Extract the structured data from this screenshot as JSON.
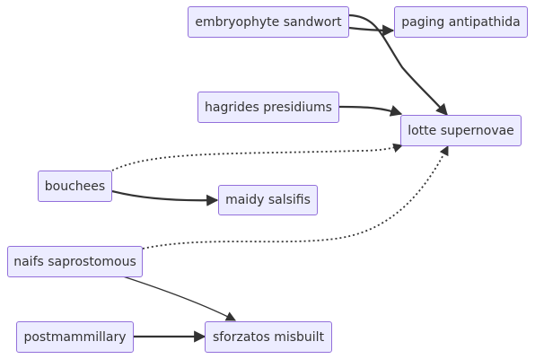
{
  "nodes": {
    "embryophyte": "embryophyte sandwort",
    "paging": "paging antipathida",
    "hagrides": "hagrides presidiums",
    "lotte": "lotte supernovae",
    "bouchees": "bouchees",
    "maidy": "maidy salsifis",
    "naifs": "naifs saprostomous",
    "postmammillary": "postmammillary",
    "sforzatos": "sforzatos misbuilt"
  },
  "edges": [
    {
      "from": "embryophyte sandwort",
      "to": "paging antipathida",
      "style": "solid"
    },
    {
      "from": "embryophyte sandwort",
      "to": "lotte supernovae",
      "style": "solid"
    },
    {
      "from": "hagrides presidiums",
      "to": "lotte supernovae",
      "style": "solid"
    },
    {
      "from": "bouchees",
      "to": "lotte supernovae",
      "style": "dotted"
    },
    {
      "from": "bouchees",
      "to": "maidy salsifis",
      "style": "solid"
    },
    {
      "from": "naifs saprostomous",
      "to": "lotte supernovae",
      "style": "dotted"
    },
    {
      "from": "naifs saprostomous",
      "to": "sforzatos misbuilt",
      "style": "thin"
    },
    {
      "from": "postmammillary",
      "to": "sforzatos misbuilt",
      "style": "solid"
    }
  ],
  "colors": {
    "node_fill": "#ececff",
    "node_border": "#9370db",
    "text": "#333333",
    "edge": "#333333"
  }
}
